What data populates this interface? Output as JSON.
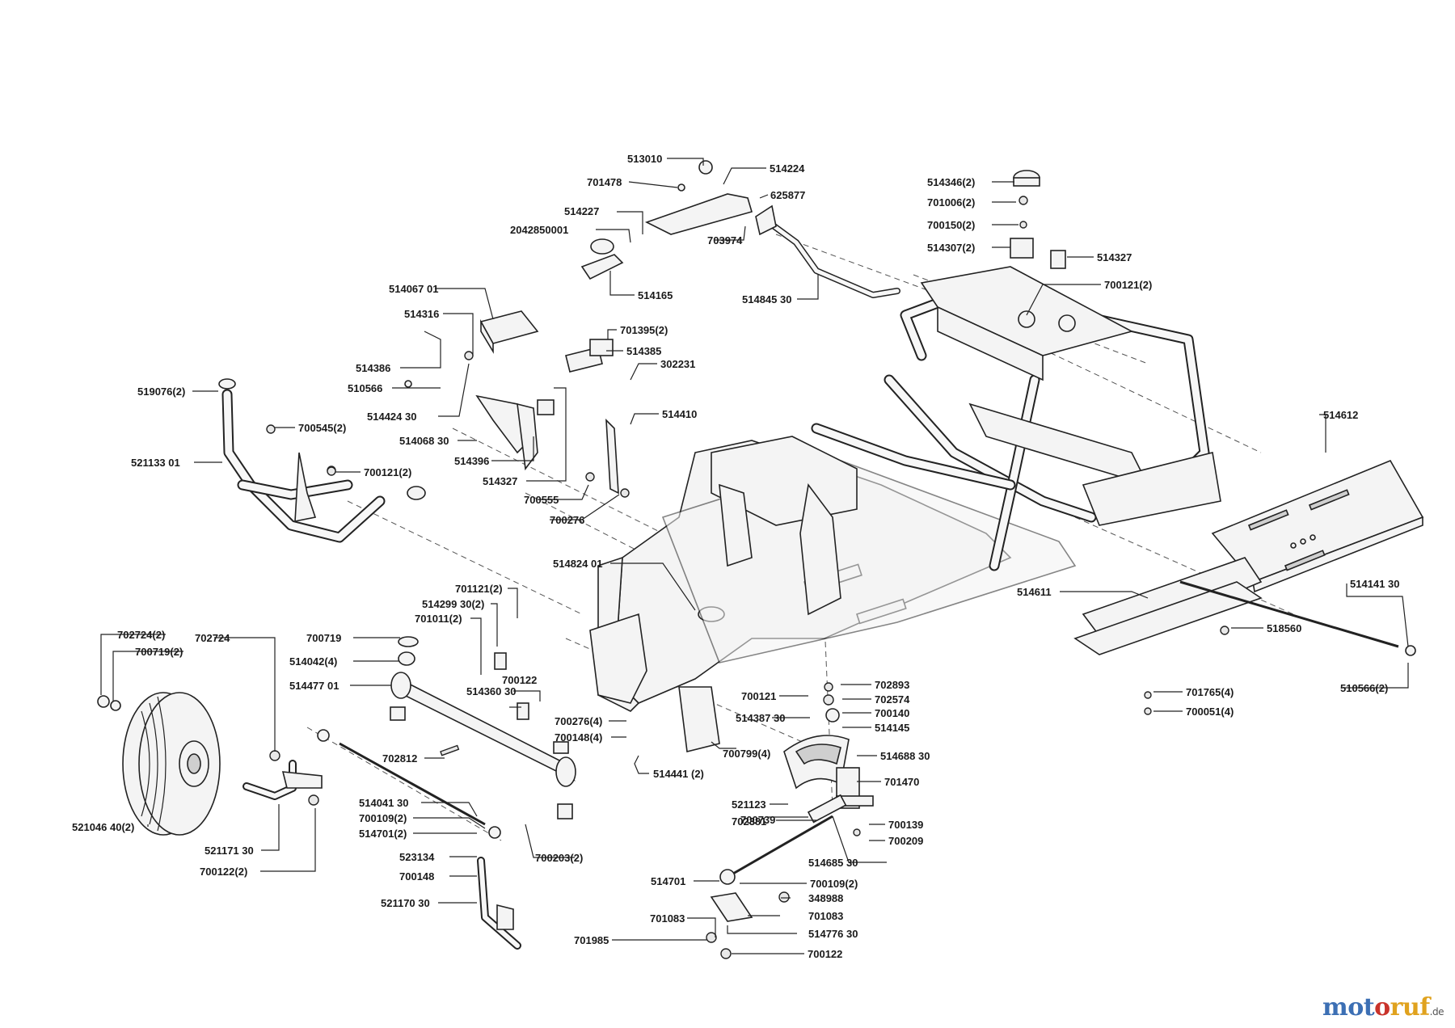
{
  "diagram": {
    "callouts": [
      "513010",
      "701478",
      "514224",
      "514227",
      "625877",
      "2042850001",
      "703974",
      "514165",
      "514845 30",
      "514346(2)",
      "701006(2)",
      "700150(2)",
      "514307(2)",
      "514327",
      "700121(2)",
      "514067 01",
      "514316",
      "514386",
      "510566",
      "514424 30",
      "514068 30",
      "514396",
      "514327",
      "701395(2)",
      "514385",
      "302231",
      "514410",
      "700555",
      "700276",
      "519076(2)",
      "700545(2)",
      "521133 01",
      "700121(2)",
      "514612",
      "514611",
      "514141 30",
      "518560",
      "510566(2)",
      "701765(4)",
      "700051(4)",
      "514824 01",
      "701121(2)",
      "514299 30(2)",
      "701011(2)",
      "700719",
      "514042(4)",
      "514477 01",
      "514360 30",
      "700122",
      "700276(4)",
      "700148(4)",
      "514441 (2)",
      "700121",
      "514387 30",
      "702893",
      "702574",
      "700140",
      "514145",
      "514688 30",
      "700799(4)",
      "701470",
      "521123",
      "702381",
      "700739",
      "700139",
      "700209",
      "514685 30",
      "514701",
      "700109(2)",
      "348988",
      "701083",
      "514776 30",
      "701083",
      "701985",
      "700122",
      "702724(2)",
      "702724",
      "700719(2)",
      "521046 40(2)",
      "521171 30",
      "700122(2)",
      "702812",
      "514041 30",
      "700109(2)",
      "514701(2)",
      "523134",
      "700148",
      "521170 30",
      "700203(2)"
    ]
  },
  "logo": {
    "part1": "mot",
    "part2": "o",
    "part3": "ruf",
    "tld": ".de"
  },
  "colors": {
    "line": "#222222",
    "fill": "#f4f4f4",
    "logo_blue": "#3c6fb4",
    "logo_red": "#c9332b",
    "logo_orange": "#e0a21e"
  }
}
